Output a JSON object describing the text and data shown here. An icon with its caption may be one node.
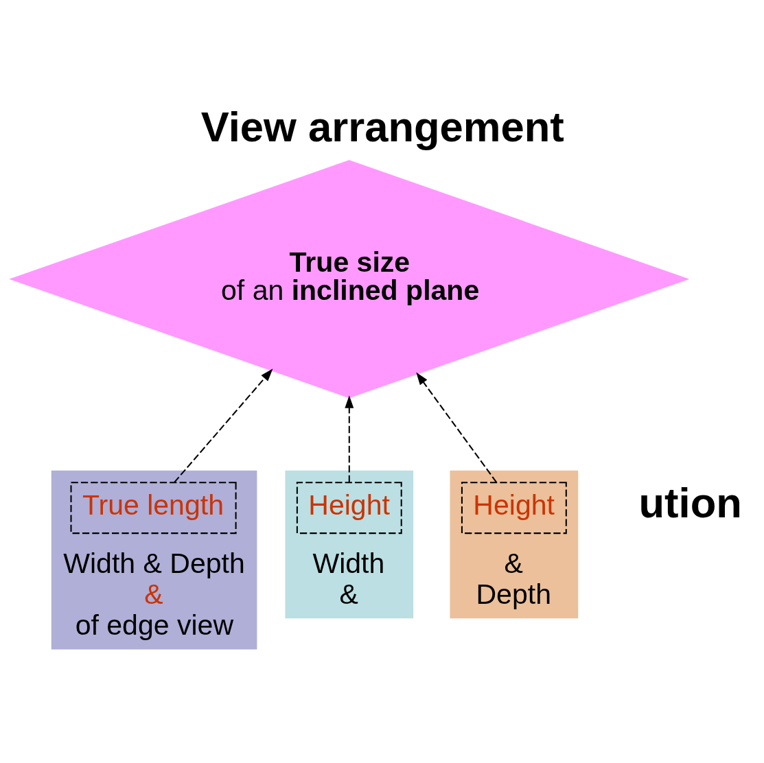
{
  "diagram": {
    "title": "View arrangement",
    "nodes": [
      {
        "text": [
          "True size",
          "of an **inclined plane**"
        ]
      },
      {
        "text": [
          "Width & Depth",
          "&",
          "of edge view"
        ]
      },
      {
        "text": [
          "True length"
        ],
        "in": 1
      },
      {
        "text": [
          "Width",
          "&"
        ]
      },
      {
        "text": [
          "Height"
        ],
        "in": 3
      },
      {
        "text": [
          "&",
          "Depth"
        ]
      },
      {
        "text": [
          "Height"
        ],
        "in": 5
      }
    ],
    "edges": [
      {
        "from": 2,
        "to": 0,
        "arrow": "to",
        "style": "dashed"
      },
      {
        "from": 4,
        "to": 0,
        "arrow": "to",
        "style": "dashed"
      },
      {
        "from": 6,
        "to": 0,
        "arrow": "to",
        "style": "dashed"
      }
    ],
    "labels": [
      "ution"
    ]
  }
}
